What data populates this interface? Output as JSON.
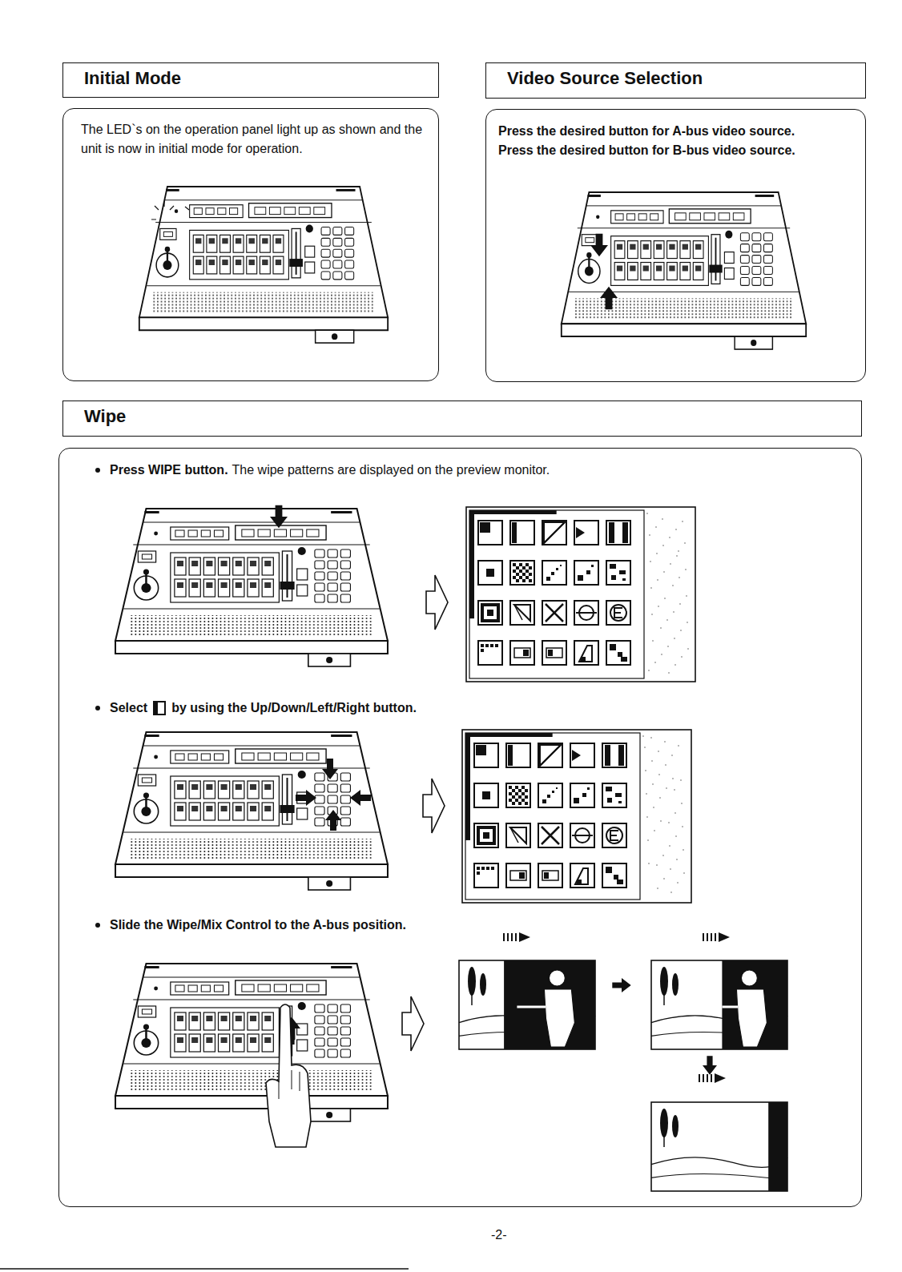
{
  "diagram": {
    "nodes": [
      {
        "text": [
          "Initial Mode"
        ]
      },
      {
        "text": [
          "The LED`s on the operation panel light up as shown and the unit is now in initial mode for operation."
        ]
      },
      {
        "text": [
          "Video Source Selection"
        ]
      },
      {
        "text": [
          "Press the desired button for A-bus video source.",
          "Press the desired button for B-bus video source."
        ]
      },
      {
        "text": [
          "Wipe"
        ]
      },
      {
        "text": [
          "Press WIPE button.",
          "The wipe patterns are displayed on the preview monitor.",
          "Select",
          "by using the Up/Down/Left/Right button.",
          "Slide the Wipe/Mix Control to the A-bus position."
        ]
      }
    ],
    "labels": [
      "-2-"
    ]
  }
}
